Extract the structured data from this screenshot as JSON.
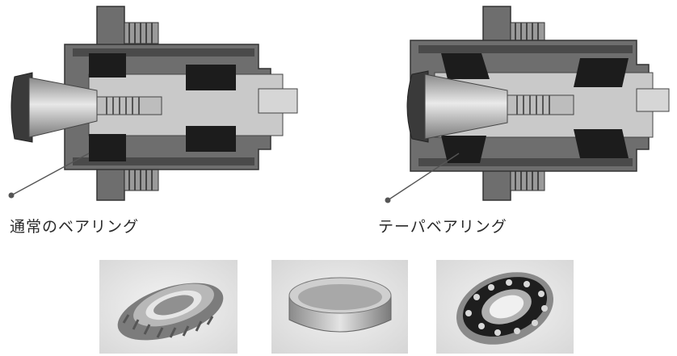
{
  "diagram": {
    "left_caption": "通常のベアリング",
    "right_caption": "テーパベアリング"
  },
  "photos": [
    {
      "name": "tapered-roller-bearing-cone-photo"
    },
    {
      "name": "bearing-outer-race-cup-photo"
    },
    {
      "name": "ball-bearing-photo"
    }
  ],
  "colors": {
    "housing": "#6e6e6e",
    "housing_dark": "#4a4a4a",
    "shaft": "#b4b4b4",
    "bearing": "#1c1c1c",
    "leader": "#555555"
  }
}
